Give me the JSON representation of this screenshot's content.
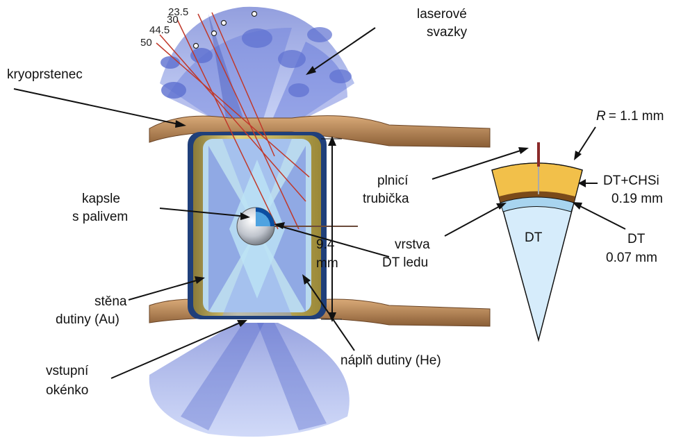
{
  "labels": {
    "laser_beams": [
      "laserové",
      "svazky"
    ],
    "cryo_ring": "kryoprstenec",
    "capsule": [
      "kapsle",
      "s palivem"
    ],
    "wall": [
      "stěna",
      "dutiny (Au)"
    ],
    "entrance_window": [
      "vstupní",
      "okénko"
    ],
    "fill_tube": [
      "plnicí",
      "trubička"
    ],
    "dt_ice_layer": [
      "vrstva",
      "DT ledu"
    ],
    "hohlraum_fill": "náplň dutiny (He)",
    "height": [
      "9.4",
      "mm"
    ]
  },
  "beam_angles": [
    "23.5",
    "30",
    "44.5",
    "50"
  ],
  "wedge": {
    "radius_symbol": "R",
    "radius_value": "= 1.1 mm",
    "ablator": [
      "DT+CHSi",
      "0.19 mm"
    ],
    "dt_gas_label": "DT",
    "dt_layer": [
      "DT",
      "0.07 mm"
    ]
  },
  "colors": {
    "beam": "#5a6fd6",
    "gold": "#d7c257",
    "ring": "#b9895a",
    "hohlraum_fill": "#bde3f5",
    "ablator": "#f2c04a",
    "dt_ice": "#a8d4ef",
    "dt_gas": "#d6ecfb",
    "laser_line": "#c0392b"
  }
}
